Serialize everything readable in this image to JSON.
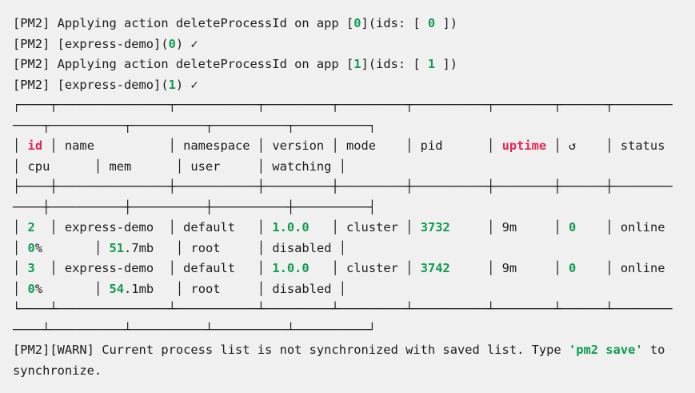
{
  "colors": {
    "background": "#f0f0f0",
    "foreground": "#1c1c1c",
    "green": "#0f9d4e",
    "red": "#e02958"
  },
  "messages": {
    "action_line_1": "[PM2] Applying action deleteProcessId on app [0](ids: [ 0 ])",
    "result_line_1": "[PM2] [express-demo](0) ✓",
    "action_line_2": "[PM2] Applying action deleteProcessId on app [1](ids: [ 1 ])",
    "result_line_2": "[PM2] [express-demo](1) ✓",
    "warning": "[PM2][WARN] Current process list is not synchronized with saved list. Type 'pm2 save' to synchronize."
  },
  "table": {
    "columns": [
      "id",
      "name",
      "namespace",
      "version",
      "mode",
      "pid",
      "uptime",
      "↺",
      "status",
      "cpu",
      "mem",
      "user",
      "watching"
    ],
    "rows": [
      [
        "2",
        "express-demo",
        "default",
        "1.0.0",
        "cluster",
        "3732",
        "9m",
        "0",
        "online",
        "0%",
        "51.7mb",
        "root",
        "disabled"
      ],
      [
        "3",
        "express-demo",
        "default",
        "1.0.0",
        "cluster",
        "3742",
        "9m",
        "0",
        "online",
        "0%",
        "54.1mb",
        "root",
        "disabled"
      ]
    ]
  },
  "terminal": {
    "lines": [
      {
        "segments": [
          {
            "t": "[PM2] Applying action deleteProcessId on app ["
          },
          {
            "t": "0",
            "c": "green"
          },
          {
            "t": "](ids: [ "
          },
          {
            "t": "0",
            "c": "green"
          },
          {
            "t": " ])"
          }
        ]
      },
      {
        "segments": [
          {
            "t": "[PM2] [express-demo]("
          },
          {
            "t": "0",
            "c": "green"
          },
          {
            "t": ") ✓"
          }
        ]
      },
      {
        "segments": [
          {
            "t": "[PM2] Applying action deleteProcessId on app ["
          },
          {
            "t": "1",
            "c": "green"
          },
          {
            "t": "](ids: [ "
          },
          {
            "t": "1",
            "c": "green"
          },
          {
            "t": " ])"
          }
        ]
      },
      {
        "segments": [
          {
            "t": "[PM2] [express-demo]("
          },
          {
            "t": "1",
            "c": "green"
          },
          {
            "t": ") ✓"
          }
        ]
      },
      {
        "segments": [
          {
            "t": "┌────┬───────────────┬───────────┬─────────┬─────────┬──────────┬────────┬──────┬────────"
          }
        ]
      },
      {
        "segments": [
          {
            "t": "────┬──────────┬──────────┬──────────┬──────────┐"
          }
        ]
      },
      {
        "segments": [
          {
            "t": "│ "
          },
          {
            "t": "id",
            "c": "red"
          },
          {
            "t": " │ name          │ namespace │ version │ mode    │ pid      │ "
          },
          {
            "t": "uptime",
            "c": "red"
          },
          {
            "t": " │ ↺    │ status "
          }
        ]
      },
      {
        "segments": [
          {
            "t": "│ cpu      │ mem      │ user     │ watching │"
          }
        ]
      },
      {
        "segments": [
          {
            "t": "├────┼───────────────┼───────────┼─────────┼─────────┼──────────┼────────┼──────┼────────"
          }
        ]
      },
      {
        "segments": [
          {
            "t": "────┼──────────┼──────────┼──────────┼──────────┤"
          }
        ]
      },
      {
        "segments": [
          {
            "t": "│ "
          },
          {
            "t": "2",
            "c": "green"
          },
          {
            "t": "  │ express-demo  │ default   │ "
          },
          {
            "t": "1.0.0",
            "c": "green"
          },
          {
            "t": "   │ cluster │ "
          },
          {
            "t": "3732",
            "c": "green"
          },
          {
            "t": "     │ 9m     │ "
          },
          {
            "t": "0",
            "c": "green"
          },
          {
            "t": "    │ online "
          }
        ]
      },
      {
        "segments": [
          {
            "t": "│ "
          },
          {
            "t": "0",
            "c": "green"
          },
          {
            "t": "%       │ "
          },
          {
            "t": "51",
            "c": "green"
          },
          {
            "t": ".7mb   │ root     │ disabled │"
          }
        ]
      },
      {
        "segments": [
          {
            "t": "│ "
          },
          {
            "t": "3",
            "c": "green"
          },
          {
            "t": "  │ express-demo  │ default   │ "
          },
          {
            "t": "1.0.0",
            "c": "green"
          },
          {
            "t": "   │ cluster │ "
          },
          {
            "t": "3742",
            "c": "green"
          },
          {
            "t": "     │ 9m     │ "
          },
          {
            "t": "0",
            "c": "green"
          },
          {
            "t": "    │ online "
          }
        ]
      },
      {
        "segments": [
          {
            "t": "│ "
          },
          {
            "t": "0",
            "c": "green"
          },
          {
            "t": "%       │ "
          },
          {
            "t": "54",
            "c": "green"
          },
          {
            "t": ".1mb   │ root     │ disabled │"
          }
        ]
      },
      {
        "segments": [
          {
            "t": "└────┴───────────────┴───────────┴─────────┴─────────┴──────────┴────────┴──────┴────────"
          }
        ]
      },
      {
        "segments": [
          {
            "t": "────┴──────────┴──────────┴──────────┴──────────┘"
          }
        ]
      },
      {
        "segments": [
          {
            "t": "[PM2][WARN] Current process list is not synchronized with saved list. Type "
          },
          {
            "t": "'pm2 save'",
            "c": "green"
          },
          {
            "t": " to"
          }
        ]
      },
      {
        "segments": [
          {
            "t": "synchronize."
          }
        ]
      }
    ]
  }
}
